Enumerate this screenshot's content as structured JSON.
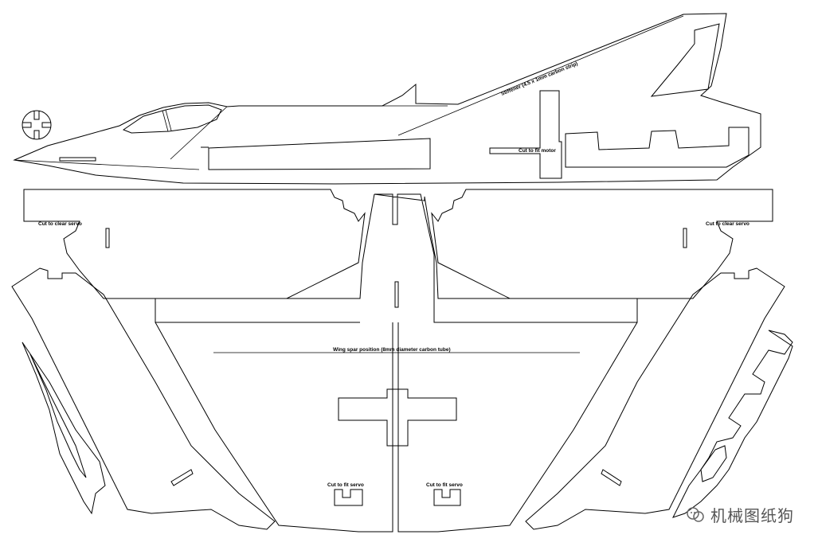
{
  "labels": {
    "stiffener": "Stiffener (4.5 x 1mm carbon strip)",
    "cut_to_fit_motor": "Cut to fit motor",
    "cut_to_clear_servo_left": "Cut to clear servo",
    "cut_to_clear_servo_right": "Cut to clear servo",
    "wing_spar": "Wing spar position (8mm diameter carbon tube)",
    "cut_to_fit_servo_left": "Cut to fit servo",
    "cut_to_fit_servo_right": "Cut to fit servo"
  },
  "watermark": {
    "text": "机械图纸狗",
    "icon": "wechat-logo-icon"
  },
  "colors": {
    "line": "#000000",
    "background": "#ffffff",
    "watermark": "#555555"
  }
}
